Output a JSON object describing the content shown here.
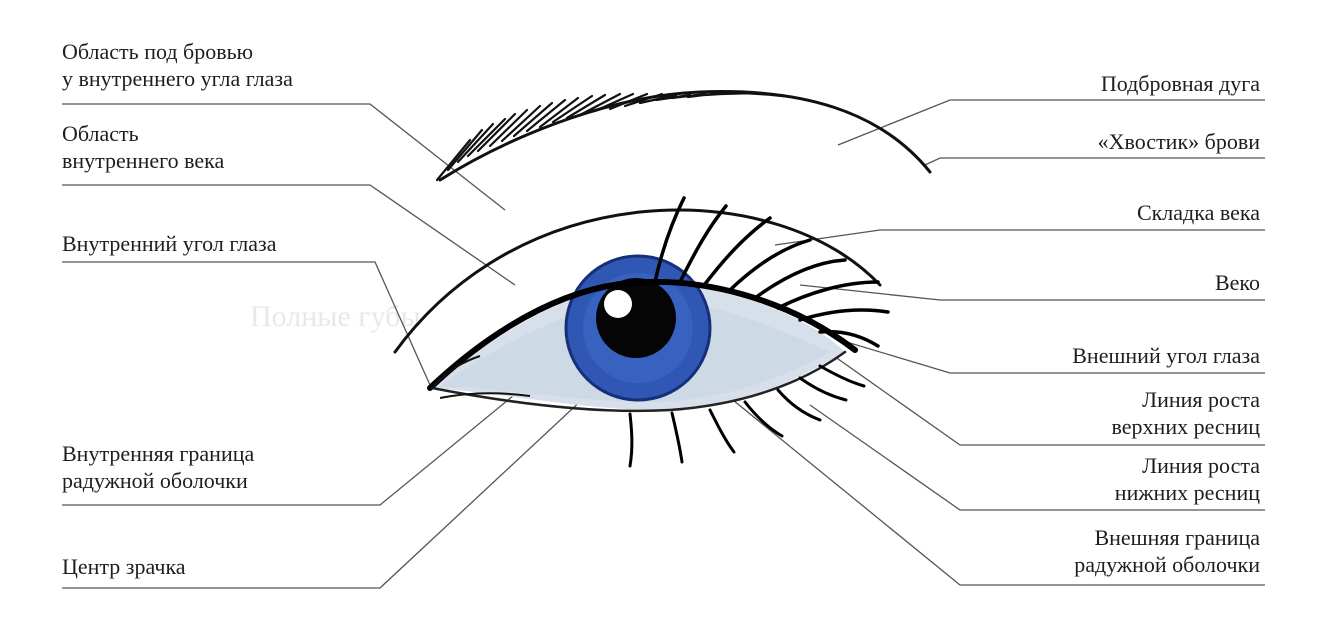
{
  "labels": {
    "brow_inner_area": [
      "Область под бровью",
      "у внутреннего угла глаза"
    ],
    "inner_lid_area": [
      "Область",
      "внутреннего века"
    ],
    "inner_corner": [
      "Внутренний угол глаза"
    ],
    "iris_inner_border": [
      "Внутренняя граница",
      "радужной оболочки"
    ],
    "pupil_center": [
      "Центр зрачка"
    ],
    "brow_ridge": [
      "Подбровная дуга"
    ],
    "brow_tail": [
      "«Хвостик» брови"
    ],
    "lid_crease": [
      "Складка века"
    ],
    "eyelid": [
      "Веко"
    ],
    "outer_corner": [
      "Внешний угол глаза"
    ],
    "upper_lash_line": [
      "Линия роста",
      "верхних ресниц"
    ],
    "lower_lash_line": [
      "Линия роста",
      "нижних ресниц"
    ],
    "iris_outer_border": [
      "Внешняя граница",
      "радужной оболочки"
    ]
  },
  "colors": {
    "iris": "#2f57b3",
    "iris_dark": "#1b3a8c",
    "pupil": "#050505",
    "sclera": "#d7e0ea",
    "line": "#444444",
    "ink": "#111111"
  }
}
